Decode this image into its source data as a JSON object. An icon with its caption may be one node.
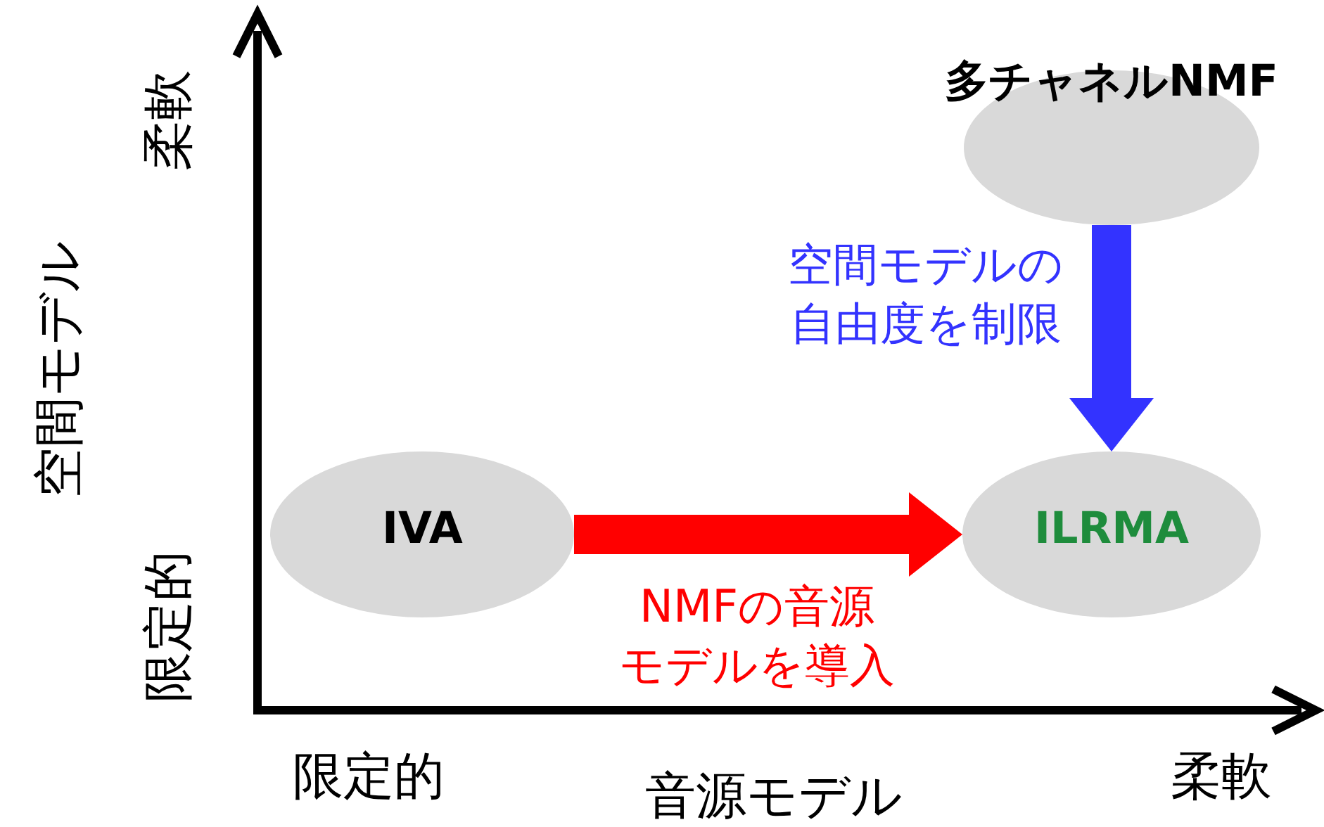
{
  "diagram": {
    "nodes": [
      {
        "text": [
          "多チャネルNMF"
        ]
      },
      {
        "text": [
          "IVA"
        ]
      },
      {
        "text": [
          "ILRMA"
        ]
      }
    ],
    "edges": [
      {
        "from": 0,
        "to": 2,
        "arrow": "to",
        "label": "空間モデルの自由度を制限",
        "style": "thick",
        "color": "#3333ff"
      },
      {
        "from": 1,
        "to": 2,
        "arrow": "to",
        "label": "NMFの音源モデルを導入",
        "style": "thick",
        "color": "#ff0000"
      }
    ],
    "labels": [
      "柔軟",
      "空間モデル",
      "限定的",
      "限定的",
      "音源モデル",
      "柔軟"
    ]
  }
}
